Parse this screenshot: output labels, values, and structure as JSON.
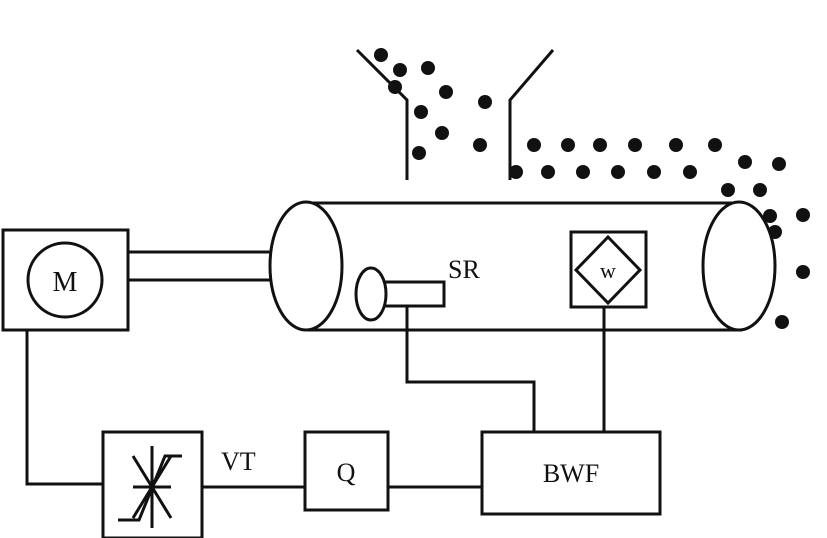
{
  "blocks": {
    "motor": "M",
    "thyristor": "VT",
    "controller": "Q",
    "weigh_feeder": "BWF",
    "speed_sensor": "SR",
    "weight_sensor": "w"
  },
  "colors": {
    "ink": "#111111",
    "background": "#ffffff"
  }
}
